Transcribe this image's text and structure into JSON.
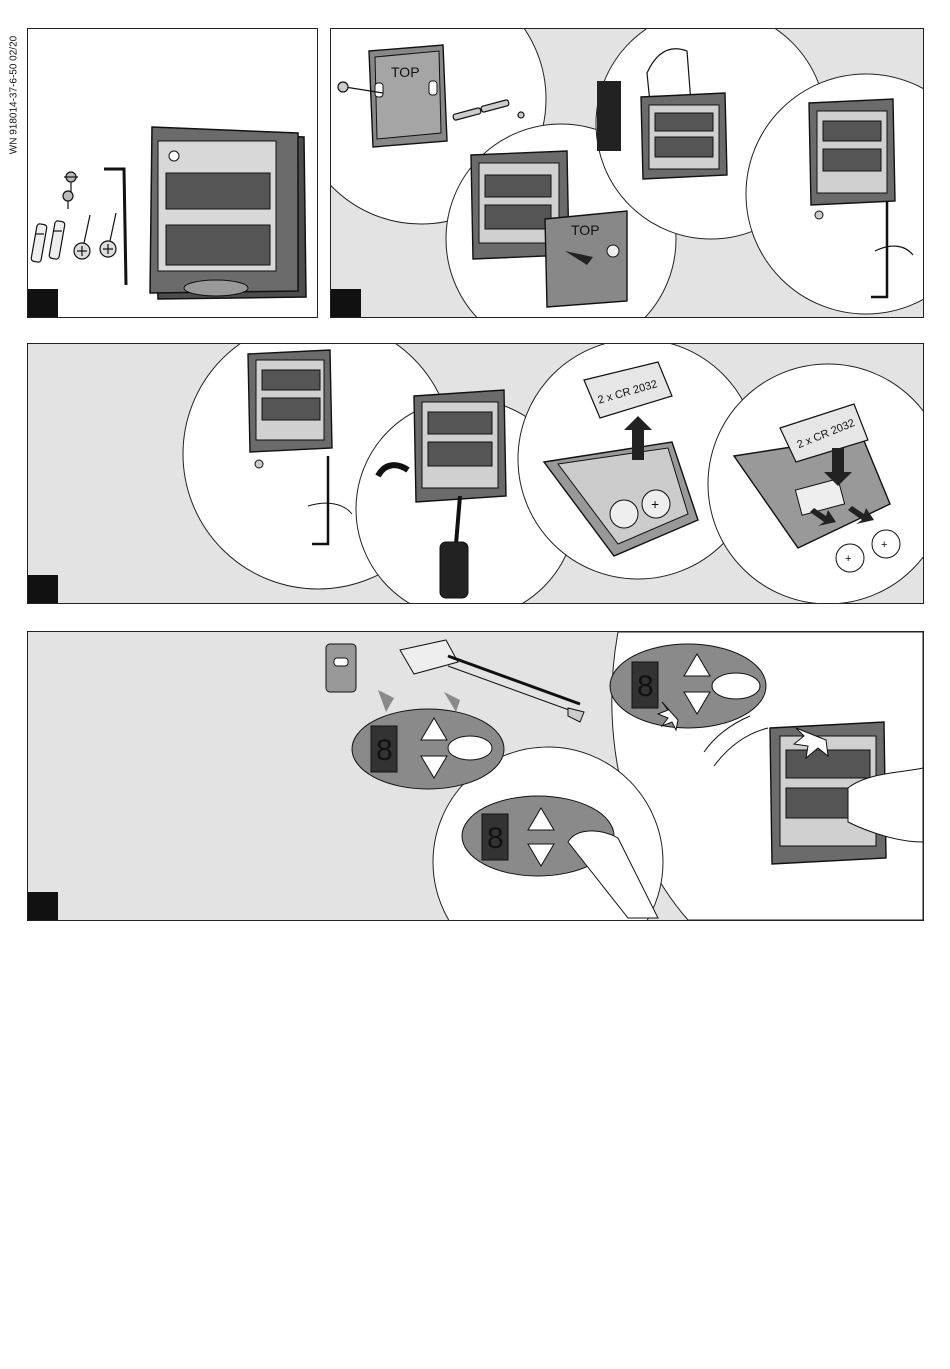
{
  "document": {
    "code": "WN 918014-37-6-50 02/20"
  },
  "panels": [
    {
      "id": "p1",
      "step_icon": "black-square"
    },
    {
      "id": "p2",
      "step_icon": "black-square",
      "label_top_a": "TOP",
      "label_top_b": "TOP"
    },
    {
      "id": "p3",
      "step_icon": "black-square",
      "battery_label_a": "2 x CR 2032",
      "battery_label_b": "2 x CR 2032",
      "plus": "+",
      "coin_text": "CR 2032"
    },
    {
      "id": "p4",
      "step_icon": "black-square"
    }
  ],
  "colors": {
    "panel_gray": "#e3e3e3",
    "device_dark": "#555555",
    "device_light": "#cfcfcf",
    "step_box": "#111111"
  }
}
